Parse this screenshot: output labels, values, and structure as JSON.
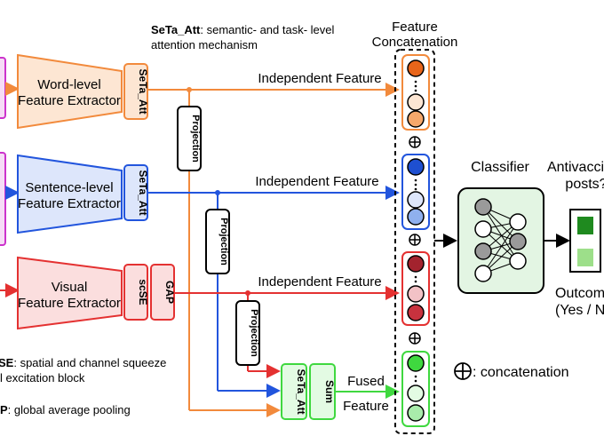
{
  "header": {
    "seta_abbr": "SeTa_Att",
    "seta_desc_1": ": semantic- and task- level",
    "seta_desc_2": "attention mechanism",
    "feature_concat_1": "Feature",
    "feature_concat_2": "Concatenation"
  },
  "extractors": {
    "word_1": "Word-level",
    "word_2": "Feature Extractor",
    "sentence_1": "Sentence-level",
    "sentence_2": "Feature Extractor",
    "visual_1": "Visual",
    "visual_2": "Feature Extractor"
  },
  "modules": {
    "seta_att": "SeTa_Att",
    "scse": "scSE",
    "gap": "GAP",
    "sum": "Sum",
    "projection": "Projection"
  },
  "flows": {
    "independent_feature": "Independent Feature",
    "fused_1": "Fused",
    "fused_2": "Feature"
  },
  "legend": {
    "scse_abbr": "SE",
    "scse_desc_1": ": spatial and channel squeeze",
    "scse_desc_2": "l excitation block",
    "gap_abbr": "P",
    "gap_desc": ": global average pooling",
    "concat_desc": ": concatenation"
  },
  "classifier": {
    "label": "Classifier",
    "question_1": "Antivacci",
    "question_2": "posts?",
    "outcome_1": "Outcom",
    "outcome_2": "(Yes / N"
  },
  "colors": {
    "orange": "#f28a3c",
    "blue": "#2255dd",
    "red": "#e43131",
    "green": "#3fd83f",
    "purple": "#cc33cc"
  }
}
